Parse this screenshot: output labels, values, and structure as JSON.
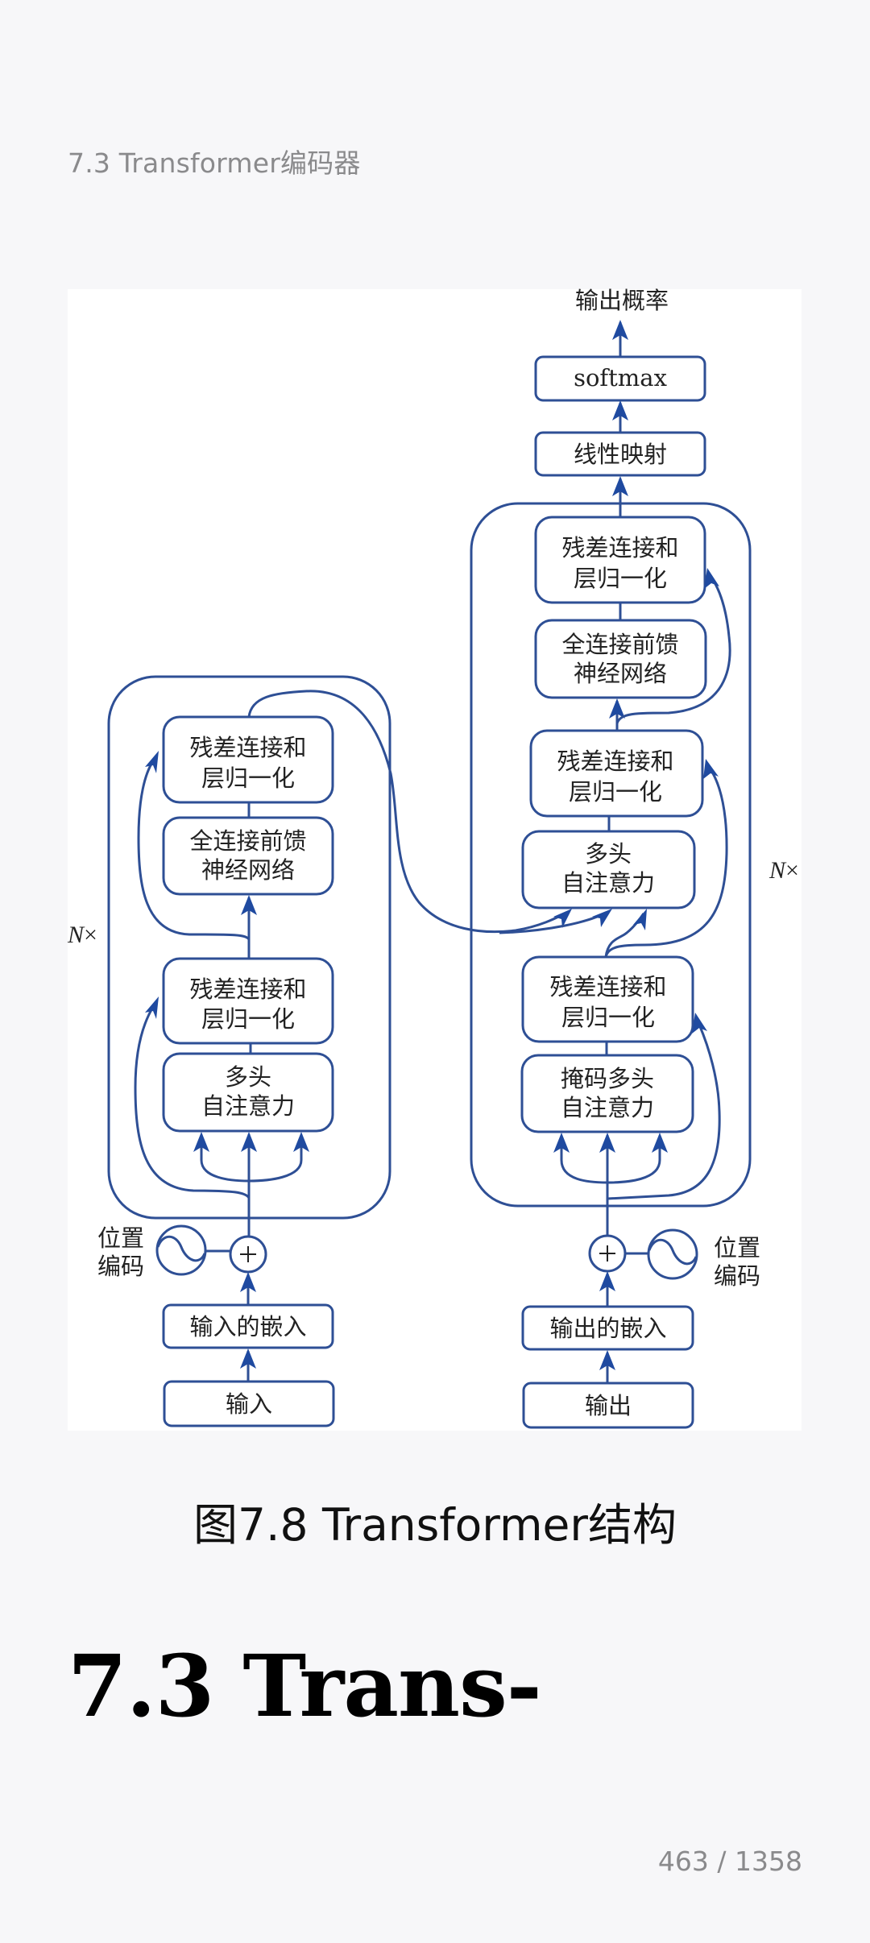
{
  "header": {
    "running_title": "7.3 Transformer编码器"
  },
  "figure": {
    "caption": "图7.8 Transformer结构",
    "colors": {
      "stroke": "#2e4f95",
      "arrow": "#1f4aa0",
      "text": "#222222",
      "background": "#ffffff"
    },
    "output_label": "输出概率",
    "decoder": {
      "softmax": "softmax",
      "linear": "线性映射",
      "repeat_label_n": "N",
      "repeat_label_x": "×",
      "add_norm_top_l1": "残差连接和",
      "add_norm_top_l2": "层归一化",
      "ffn_l1": "全连接前馈",
      "ffn_l2": "神经网络",
      "add_norm_mid_l1": "残差连接和",
      "add_norm_mid_l2": "层归一化",
      "cross_attn_l1": "多头",
      "cross_attn_l2": "自注意力",
      "add_norm_bot_l1": "残差连接和",
      "add_norm_bot_l2": "层归一化",
      "masked_attn_l1": "掩码多头",
      "masked_attn_l2": "自注意力",
      "pos_enc_l1": "位置",
      "pos_enc_l2": "编码",
      "embedding": "输出的嵌入",
      "input": "输出"
    },
    "encoder": {
      "repeat_label_n": "N",
      "repeat_label_x": "×",
      "add_norm_top_l1": "残差连接和",
      "add_norm_top_l2": "层归一化",
      "ffn_l1": "全连接前馈",
      "ffn_l2": "神经网络",
      "add_norm_bot_l1": "残差连接和",
      "add_norm_bot_l2": "层归一化",
      "attn_l1": "多头",
      "attn_l2": "自注意力",
      "pos_enc_l1": "位置",
      "pos_enc_l2": "编码",
      "embedding": "输入的嵌入",
      "input": "输入"
    }
  },
  "section_heading": "7.3 Trans-",
  "pagination": {
    "current": "463",
    "total": "1358",
    "display": "463 / 1358"
  }
}
